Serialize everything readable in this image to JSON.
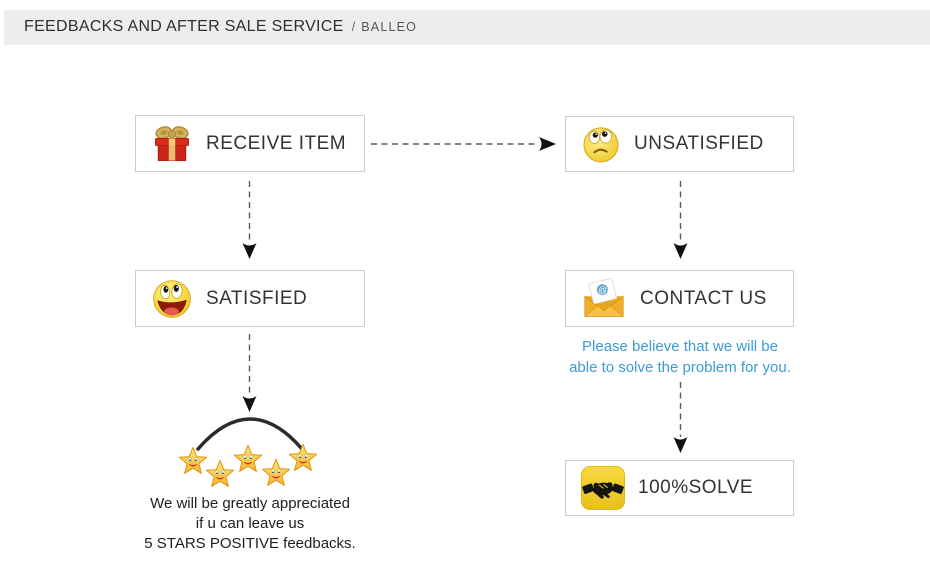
{
  "header": {
    "title": "FEEDBACKS AND AFTER SALE SERVICE",
    "separator": "/",
    "brand": "BALLEO"
  },
  "flow": {
    "receive_item": {
      "label": "RECEIVE ITEM",
      "icon": "gift-icon"
    },
    "unsatisfied": {
      "label": "UNSATISFIED",
      "icon": "sad-face-icon"
    },
    "satisfied": {
      "label": "SATISFIED",
      "icon": "happy-face-icon"
    },
    "contact_us": {
      "label": "CONTACT US",
      "icon": "email-icon"
    },
    "solve": {
      "label": "100%SOLVE",
      "icon": "handshake-icon"
    }
  },
  "notes": {
    "contact_line1": "Please believe that we will be",
    "contact_line2": "able to solve the problem for you.",
    "stars_line1": "We will be greatly appreciated",
    "stars_line2": "if u can leave us",
    "stars_line3": "5 STARS POSITIVE feedbacks."
  },
  "stars": {
    "count": 5,
    "icon": "smiley-star-icon"
  },
  "colors": {
    "header_bg": "#ededed",
    "box_border": "#cccccc",
    "label_text": "#333333",
    "note_blue": "#3b9cd6",
    "note_dark": "#1e1e1e",
    "arrow_dash": "#5a5a5a",
    "arrow_head": "#101010",
    "star_gold": "#f6b52e",
    "handshake_gold": "#f0cc2e",
    "gift_red": "#d42a1a",
    "envelope_orange": "#f2b02a"
  }
}
